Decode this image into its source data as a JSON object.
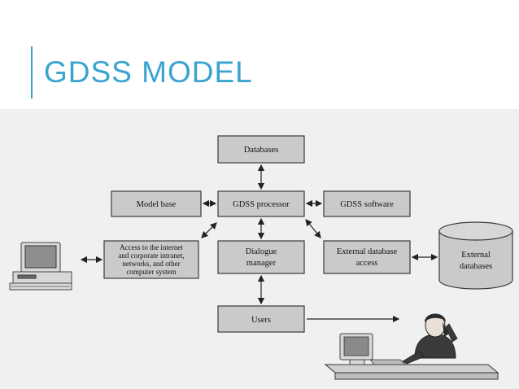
{
  "slide": {
    "title": "GDSS MODEL"
  },
  "diagram": {
    "databases": "Databases",
    "model_base": "Model base",
    "gdss_processor": "GDSS processor",
    "gdss_software": "GDSS software",
    "access_lines": [
      "Access to the internet",
      "and corporate intranet,",
      "networks, and other",
      "computer system"
    ],
    "dialogue_lines": [
      "Dialogue",
      "manager"
    ],
    "external_access_lines": [
      "External database",
      "access"
    ],
    "external_db_lines": [
      "External",
      "databases"
    ],
    "users": "Users"
  }
}
